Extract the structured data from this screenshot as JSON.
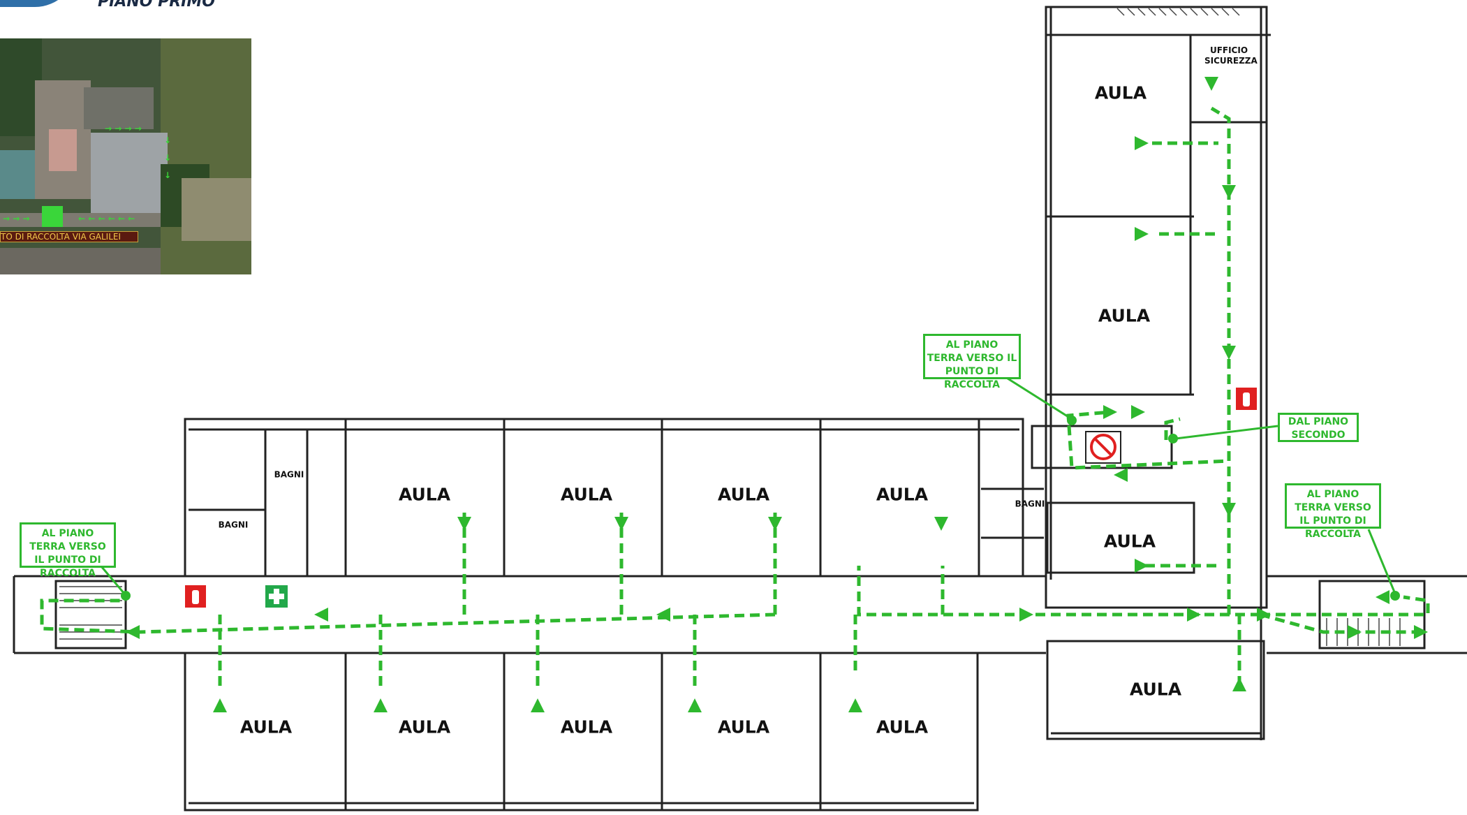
{
  "header": {
    "title": "PIANO PRIMO"
  },
  "aerial": {
    "caption": "TO DI RACCOLTA VIA GALILEI"
  },
  "rooms": {
    "aula": "AULA",
    "bagni": "BAGNI",
    "ufficio": "UFFICIO SICUREZZA"
  },
  "callouts": {
    "left": "AL PIANO TERRA VERSO IL PUNTO DI RACCOLTA",
    "center": "AL PIANO TERRA VERSO IL PUNTO DI RACCOLTA",
    "right": "AL PIANO TERRA VERSO IL PUNTO DI RACCOLTA",
    "stairs_up": "DAL PIANO SECONDO"
  },
  "colors": {
    "route": "#2eb82e",
    "extinguisher": "#e02020",
    "first_aid": "#22a84a",
    "wall": "#222222"
  },
  "icons": [
    "fire-extinguisher-icon",
    "first-aid-icon",
    "no-elevator-icon",
    "exit-arrow-icon"
  ]
}
